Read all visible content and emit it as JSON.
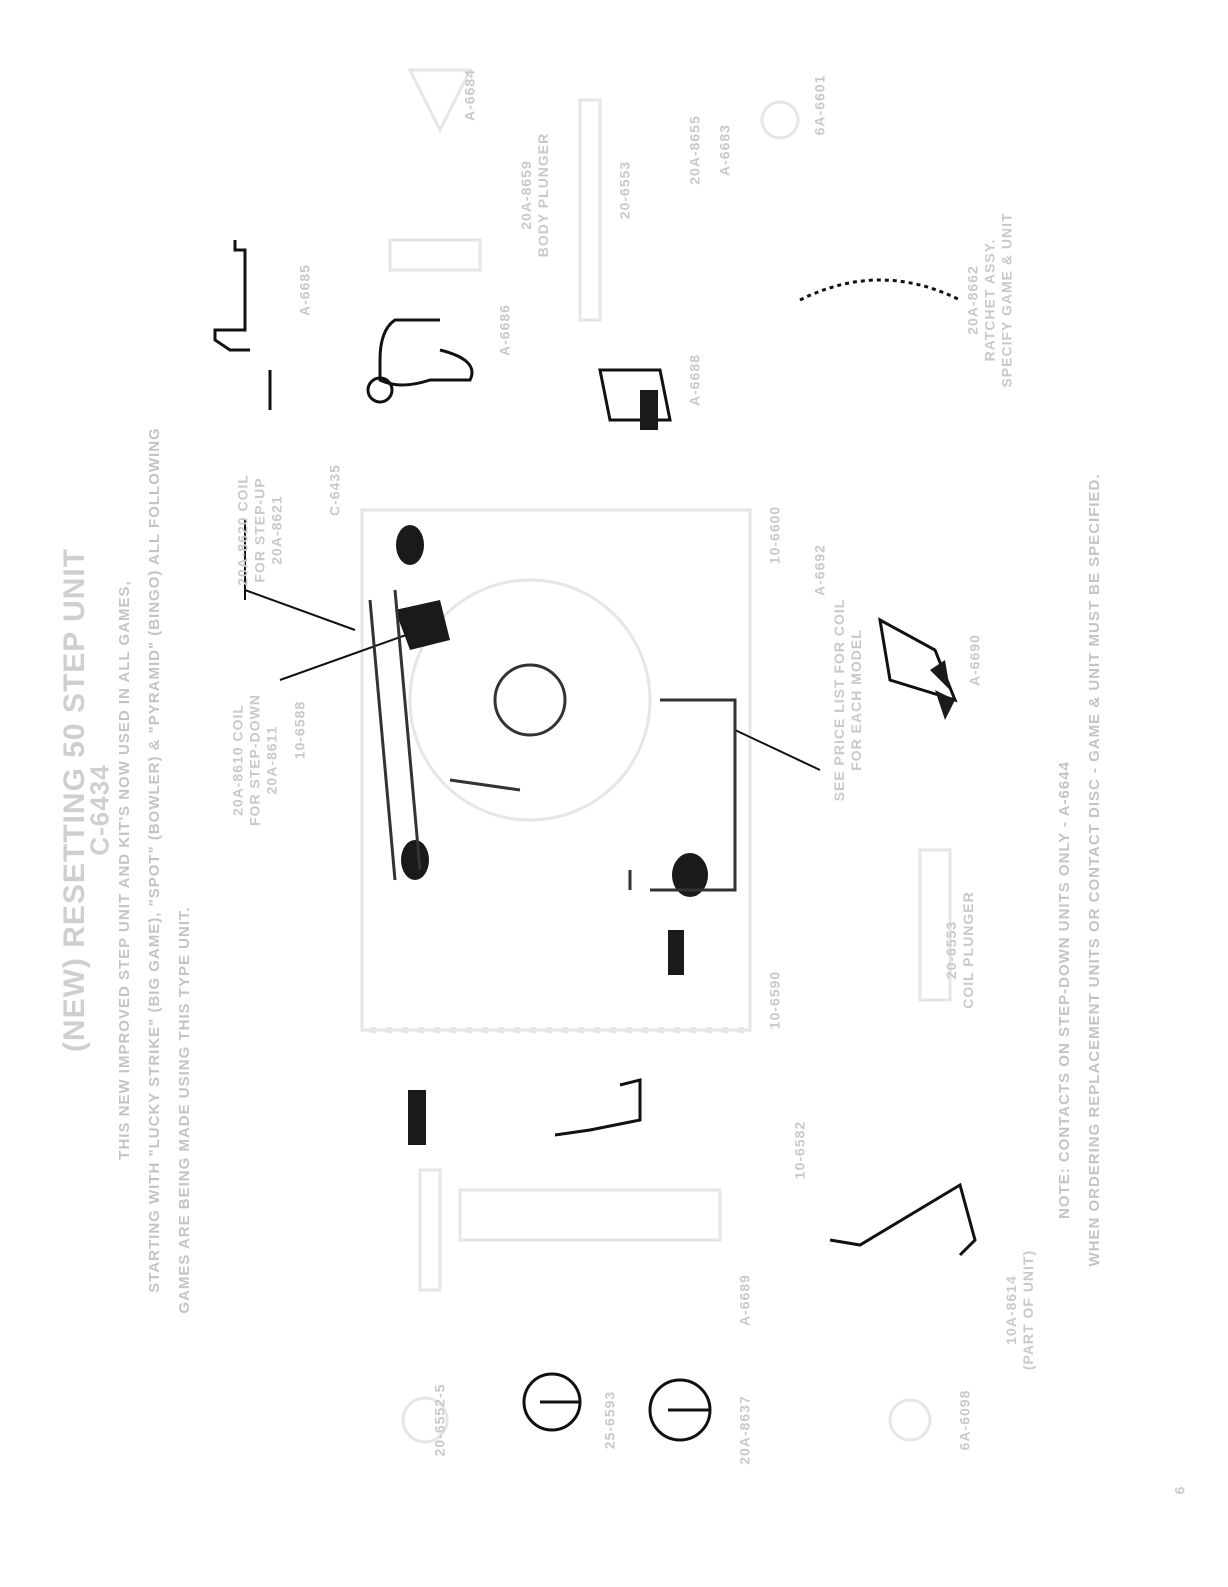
{
  "page": {
    "title": "(NEW)   RESETTING 50 STEP UNIT",
    "unit_number": "C-6434",
    "intro_lines": [
      "THIS NEW IMPROVED STEP UNIT AND KIT'S NOW USED IN ALL GAMES,",
      "STARTING WITH \"LUCKY STRIKE\" (BIG GAME), \"SPOT\" (BOWLER) & \"PYRAMID\" (BINGO) ALL FOLLOWING",
      "GAMES ARE BEING MADE USING THIS TYPE UNIT."
    ],
    "note_lines": [
      "NOTE: CONTACTS ON STEP-DOWN UNITS ONLY - A-6644",
      "WHEN ORDERING REPLACEMENT UNITS OR CONTACT DISC - GAME & UNIT MUST BE SPECIFIED."
    ],
    "page_number": "6"
  },
  "parts": [
    {
      "id": "a6684",
      "label": "A-6684"
    },
    {
      "id": "plunger",
      "label": "20A-8659\nBODY PLUNGER"
    },
    {
      "id": "shaft",
      "label": "20-6553"
    },
    {
      "id": "a6682",
      "label": "20A-8655"
    },
    {
      "id": "a6683",
      "label": "A-6683"
    },
    {
      "id": "washer",
      "label": "6A-6601"
    },
    {
      "id": "arm1",
      "label": "A-6685"
    },
    {
      "id": "bracket",
      "label": "A-6686"
    },
    {
      "id": "plate",
      "label": "A-6688"
    },
    {
      "id": "ratchet",
      "label": "20A-8662\nRATCHET ASSY.\nSPECIFY GAME & UNIT"
    },
    {
      "id": "coilinfo",
      "label": "20A-8620 COIL\nFOR STEP-UP\n20A-8621"
    },
    {
      "id": "c6435",
      "label": "C-6435"
    },
    {
      "id": "a6692",
      "label": "A-6692"
    },
    {
      "id": "springlink",
      "label": "10-6588"
    },
    {
      "id": "coilinfo2",
      "label": "20A-8610 COIL\nFOR STEP-DOWN\n20A-8611"
    },
    {
      "id": "a6690",
      "label": "A-6690"
    },
    {
      "id": "coilplunger",
      "label": "20-6553\nCOIL PLUNGER"
    },
    {
      "id": "stepcoil",
      "label": "SEE PRICE LIST FOR COIL\nFOR EACH MODEL"
    },
    {
      "id": "lever",
      "label": "10-6590"
    },
    {
      "id": "c6436",
      "label": "10-6600"
    },
    {
      "id": "arm2",
      "label": "10-6582"
    },
    {
      "id": "armassy",
      "label": "A-6689"
    },
    {
      "id": "spring",
      "label": "10A-8614\n(PART OF UNIT)"
    },
    {
      "id": "screw",
      "label": "20-6552-5"
    },
    {
      "id": "clip1",
      "label": "25-6593"
    },
    {
      "id": "clip2",
      "label": "20A-8637"
    },
    {
      "id": "nut",
      "label": "6A-6098"
    }
  ]
}
